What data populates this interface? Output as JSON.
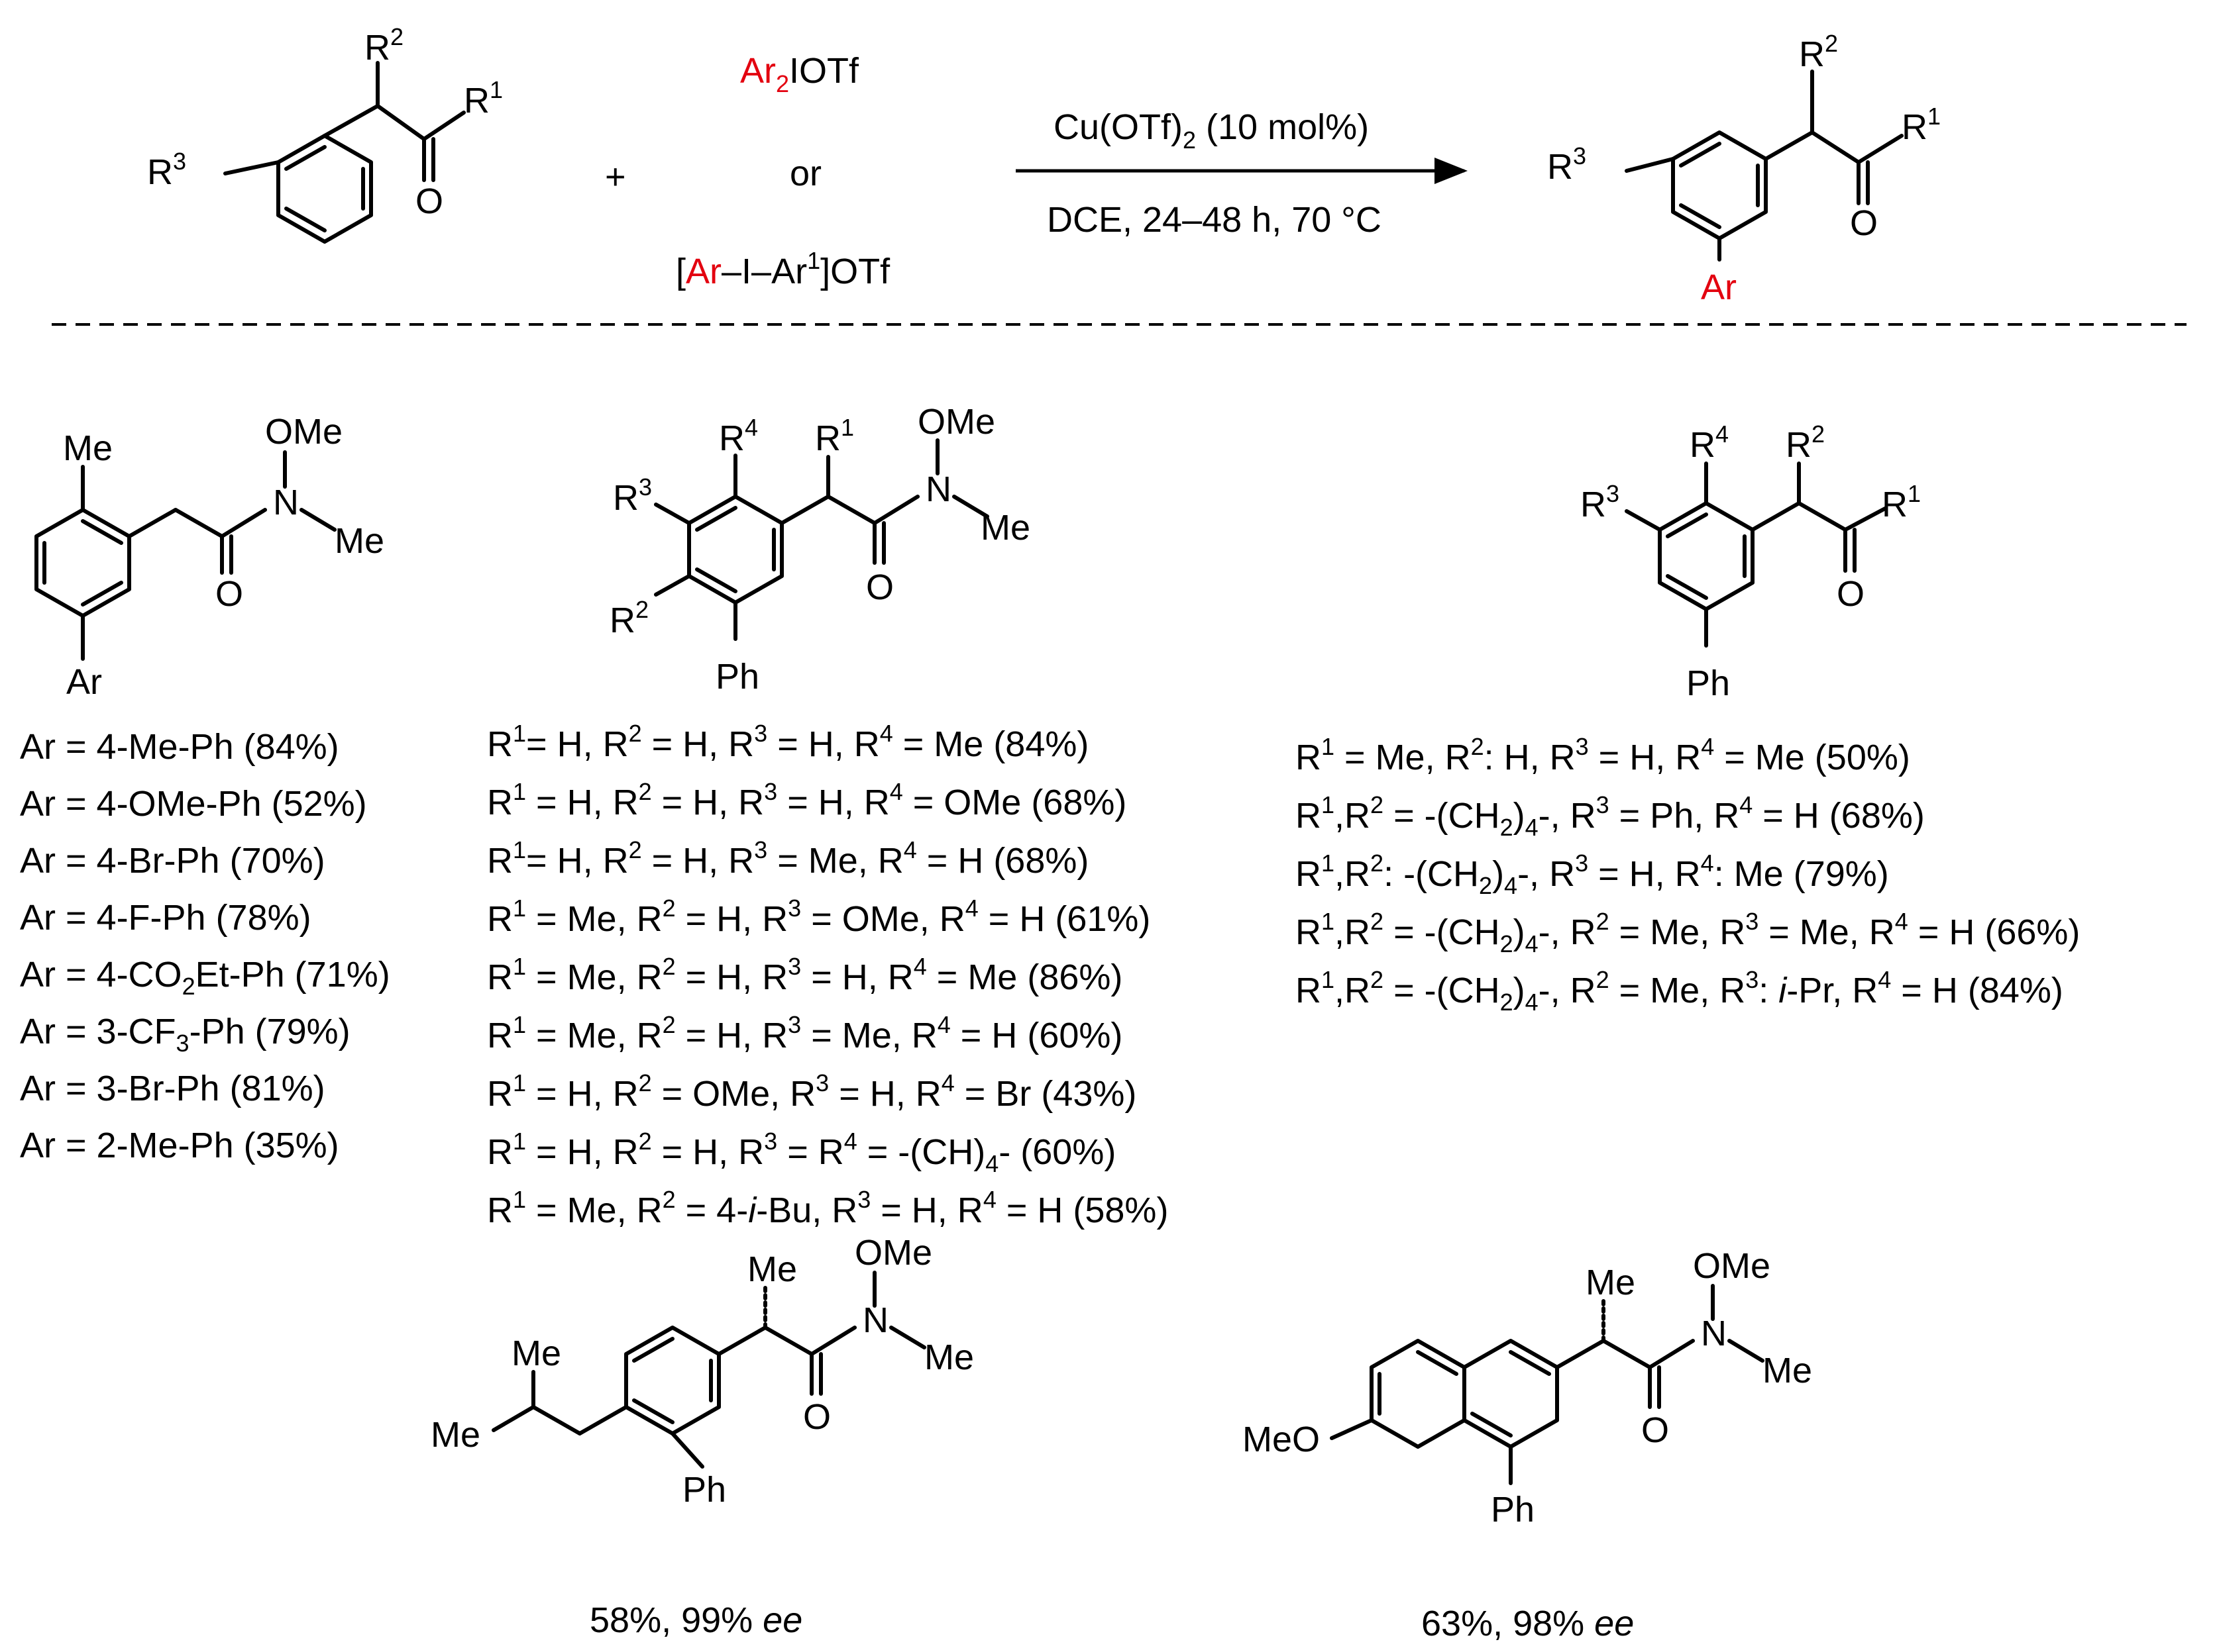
{
  "reaction": {
    "reactant_labels": {
      "r1": "R",
      "r1_sup": "1",
      "r2": "R",
      "r2_sup": "2",
      "r3": "R",
      "r3_sup": "3",
      "oxygen": "O"
    },
    "plus": "+",
    "reagent_option1": {
      "ar": "Ar",
      "ar_sub": "2",
      "rest": "IOTf"
    },
    "reagent_or": "or",
    "reagent_option2": {
      "open": "[",
      "ar": "Ar",
      "mid": "–I–Ar",
      "mid_sup": "1",
      "close": "]OTf"
    },
    "conditions_top": {
      "text": "Cu(OTf)",
      "sub": "2",
      "rest": " (10 mol%)"
    },
    "conditions_bottom": "DCE, 24–48 h, 70 °C",
    "product_labels": {
      "r1": "R",
      "r1_sup": "1",
      "r2": "R",
      "r2_sup": "2",
      "r3": "R",
      "r3_sup": "3",
      "oxygen": "O",
      "ar": "Ar"
    },
    "accent_color": "#e3000f"
  },
  "series1": {
    "labels": {
      "me": "Me",
      "ome": "OMe",
      "n": "N",
      "me_n": "Me",
      "oxygen": "O",
      "ar": "Ar"
    },
    "entries": [
      {
        "text": "Ar = 4-Me-Ph (84%)"
      },
      {
        "text": "Ar = 4-OMe-Ph (52%)"
      },
      {
        "text": "Ar = 4-Br-Ph (70%)"
      },
      {
        "text": "Ar = 4-F-Ph (78%)"
      },
      {
        "pre": "Ar = 4-CO",
        "sub": "2",
        "post": "Et-Ph (71%)"
      },
      {
        "pre": "Ar = 3-CF",
        "sub": "3",
        "post": "-Ph (79%)"
      },
      {
        "text": "Ar = 3-Br-Ph (81%)"
      },
      {
        "text": "Ar = 2-Me-Ph (35%)"
      }
    ]
  },
  "series2": {
    "labels": {
      "r4": "R",
      "r4_sup": "4",
      "r1": "R",
      "r1_sup": "1",
      "r3": "R",
      "r3_sup": "3",
      "r2": "R",
      "r2_sup": "2",
      "ome": "OMe",
      "n": "N",
      "me": "Me",
      "oxygen": "O",
      "ph": "Ph"
    },
    "entries": [
      {
        "html": "R<sup>1</sup>= H, R<sup>2</sup> = H, R<sup>3</sup> = H, R<sup>4</sup> = Me (84%)"
      },
      {
        "html": "R<sup>1</sup> = H, R<sup>2</sup> = H, R<sup>3</sup> = H, R<sup>4</sup> = OMe (68%)"
      },
      {
        "html": "R<sup>1</sup>= H, R<sup>2</sup> = H, R<sup>3</sup> = Me, R<sup>4</sup> = H (68%)"
      },
      {
        "html": "R<sup>1</sup> = Me, R<sup>2</sup> = H, R<sup>3</sup> = OMe, R<sup>4</sup> = H (61%)"
      },
      {
        "html": "R<sup>1</sup> = Me, R<sup>2</sup> = H, R<sup>3</sup> = H, R<sup>4</sup> = Me (86%)"
      },
      {
        "html": "R<sup>1</sup> = Me, R<sup>2</sup> = H, R<sup>3</sup> = Me, R<sup>4</sup> = H (60%)"
      },
      {
        "html": "R<sup>1</sup> = H, R<sup>2</sup> = OMe, R<sup>3</sup> = H, R<sup>4</sup> = Br (43%)"
      },
      {
        "html": "R<sup>1</sup> = H, R<sup>2</sup> = H, R<sup>3</sup> = R<sup>4</sup> = -(CH)<sub>4</sub>- (60%)"
      },
      {
        "html": "R<sup>1</sup> = Me, R<sup>2</sup> = 4-<i>i</i>-Bu, R<sup>3</sup> = H, R<sup>4</sup> = H (58%)"
      }
    ]
  },
  "series3": {
    "labels": {
      "r4": "R",
      "r4_sup": "4",
      "r2": "R",
      "r2_sup": "2",
      "r3": "R",
      "r3_sup": "3",
      "r1": "R",
      "r1_sup": "1",
      "oxygen": "O",
      "ph": "Ph"
    },
    "entries": [
      {
        "html": "R<sup>1</sup> = Me, R<sup>2</sup>: H, R<sup>3</sup> = H, R<sup>4</sup> = Me (50%)"
      },
      {
        "html": "R<sup>1</sup>,R<sup>2</sup> = -(CH<sub>2</sub>)<sub>4</sub>-, R<sup>3</sup> = Ph, R<sup>4</sup> = H (68%)"
      },
      {
        "html": "R<sup>1</sup>,R<sup>2</sup>: -(CH<sub>2</sub>)<sub>4</sub>-, R<sup>3</sup> = H, R<sup>4</sup>: Me (79%)"
      },
      {
        "html": "R<sup>1</sup>,R<sup>2</sup> = -(CH<sub>2</sub>)<sub>4</sub>-, R<sup>2</sup> = Me, R<sup>3</sup> = Me, R<sup>4</sup> = H (66%)"
      },
      {
        "html": "R<sup>1</sup>,R<sup>2</sup> = -(CH<sub>2</sub>)<sub>4</sub>-, R<sup>2</sup> = Me, R<sup>3</sup>: <i>i</i>-Pr, R<sup>4</sup> = H (84%)"
      }
    ]
  },
  "ibuprofen_product": {
    "labels": {
      "me_top": "Me",
      "ome": "OMe",
      "n": "N",
      "me_n": "Me",
      "oxygen": "O",
      "me_branch": "Me",
      "me_left": "Me",
      "ph": "Ph"
    },
    "caption": {
      "text": "58%, 99% ",
      "ee": "ee"
    }
  },
  "naproxen_product": {
    "labels": {
      "me_top": "Me",
      "ome": "OMe",
      "n": "N",
      "me_n": "Me",
      "oxygen": "O",
      "meo": "MeO",
      "ph": "Ph"
    },
    "caption": {
      "text": "63%, 98% ",
      "ee": "ee"
    }
  }
}
